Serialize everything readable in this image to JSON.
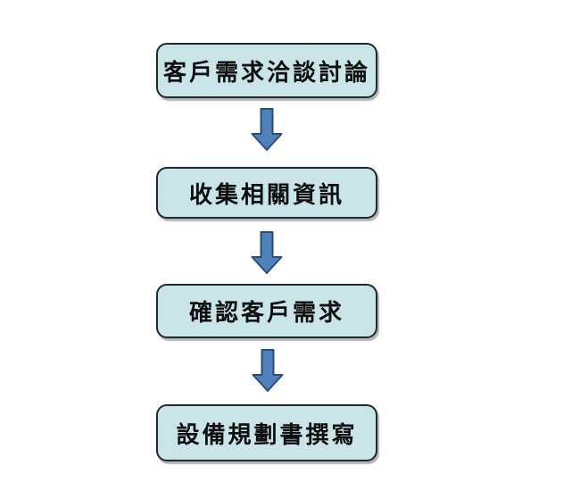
{
  "page": {
    "background_color": "#ffffff"
  },
  "flowchart": {
    "type": "vertical-process-flow",
    "steps": [
      {
        "label": "客戶需求洽談討論"
      },
      {
        "label": "收集相關資訊"
      },
      {
        "label": "確認客戶需求"
      },
      {
        "label": "設備規劃書撰寫"
      }
    ],
    "connector": "down-arrow",
    "colors": {
      "box_fill": "#c9e5e8",
      "box_border": "#202a2a",
      "arrow_fill": "#4f81bd",
      "arrow_border": "#2c4d75",
      "text": "#101010"
    }
  }
}
